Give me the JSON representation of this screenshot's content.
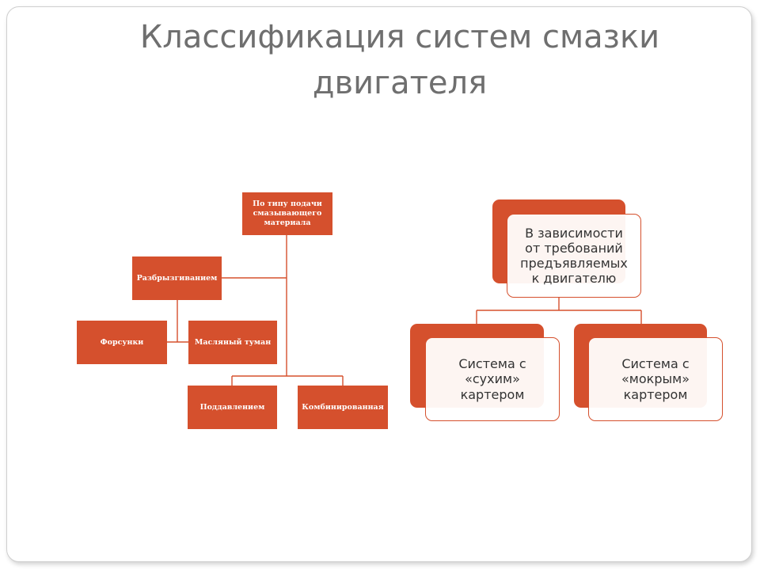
{
  "slide": {
    "title_line1": "Классификация систем смазки",
    "title_line2": "двигателя"
  },
  "left_diagram": {
    "root": {
      "line1": "По типу подачи",
      "line2": "смазывающего",
      "line3": "материала"
    },
    "splash": "Разбрызгиванием",
    "nozzles": "Форсунки",
    "oil_mist": "Масляный туман",
    "pressure": "Поддавлением",
    "combined": "Комбинированная"
  },
  "right_diagram": {
    "root": {
      "line1": "В зависимости",
      "line2": "от требований",
      "line3": "предъявляемых",
      "line4": "к двигателю"
    },
    "dry": {
      "line1": "Система с",
      "line2": "«сухим»",
      "line3": "картером"
    },
    "wet": {
      "line1": "Система с",
      "line2": "«мокрым»",
      "line3": "картером"
    }
  },
  "colors": {
    "accent": "#d5502d",
    "title": "#6f6f6f",
    "frame": "#cfcfcf"
  }
}
